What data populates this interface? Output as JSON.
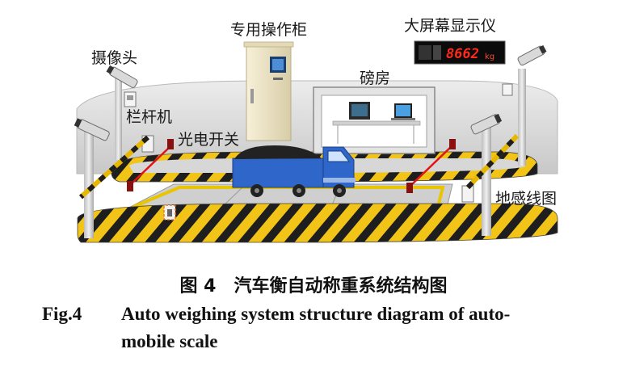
{
  "diagram": {
    "labels": {
      "camera": "摄像头",
      "cabinet": "专用操作柜",
      "display": "大屏幕显示仪",
      "weigh_room": "磅房",
      "barrier": "栏杆机",
      "photo_switch": "光电开关",
      "loop_sensor": "地感线图"
    },
    "display_reading": "8662",
    "display_unit": "kg"
  },
  "caption": {
    "cn": "图 4　汽车衡自动称重系统结构图",
    "en_fig": "Fig.4",
    "en_line1": "Auto weighing system structure diagram of auto-",
    "en_line2": "mobile scale"
  },
  "colors": {
    "hazard_yellow": "#f2c418",
    "hazard_black": "#1e1e1e",
    "truck_blue": "#2f66c9",
    "deck_gray": "#c9c9c9",
    "cabinet": "#efe6c8",
    "display_bg": "#0b0b0b",
    "display_digits": "#ff2a1a",
    "barrier_yellow": "#f0c01a"
  }
}
